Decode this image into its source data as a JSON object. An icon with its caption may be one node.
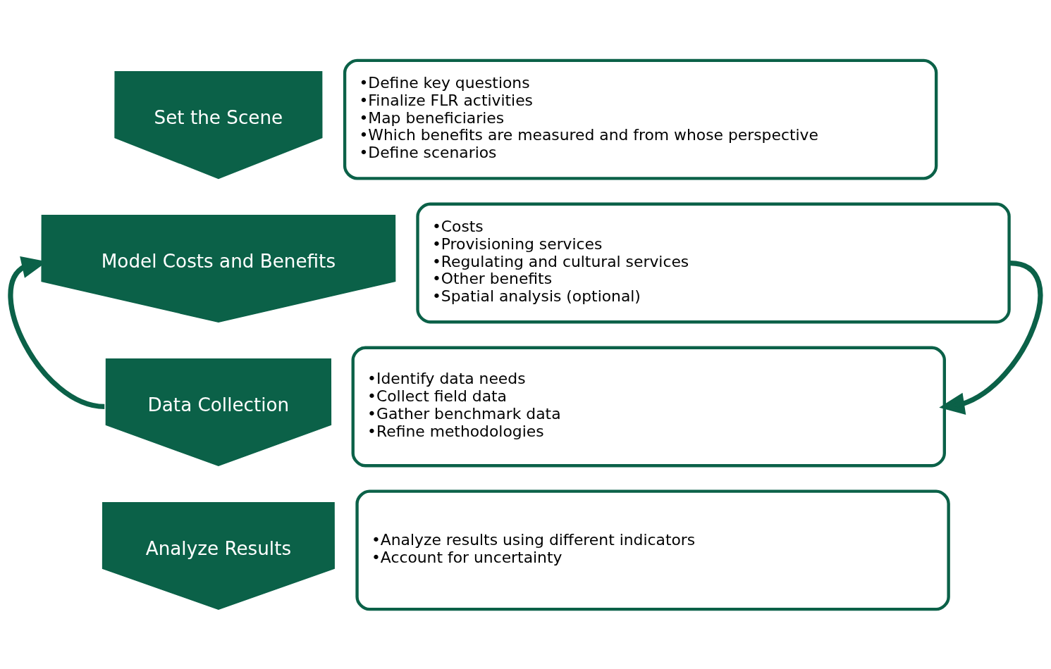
{
  "diagram": {
    "nodes": [
      {
        "text": [
          "Set the Scene"
        ]
      },
      {
        "text": [
          "•Define key questions",
          "•Finalize FLR activities",
          "•Map beneficiaries",
          "•Which benefits are measured and from whose perspective",
          "•Define scenarios"
        ]
      },
      {
        "text": [
          "Model Costs and Benefits"
        ]
      },
      {
        "text": [
          "•Costs",
          "•Provisioning services",
          "•Regulating and cultural services",
          "•Other benefits",
          "•Spatial analysis (optional)"
        ]
      },
      {
        "text": [
          "Data Collection"
        ]
      },
      {
        "text": [
          "•Identify data needs",
          "•Collect field data",
          "•Gather benchmark data",
          "•Refine methodologies"
        ]
      },
      {
        "text": [
          "Analyze Results"
        ]
      },
      {
        "text": [
          "•Analyze results using different indicators",
          "•Account for uncertainty"
        ]
      }
    ],
    "edges": [
      {
        "from": 4,
        "to": 2,
        "arrow": "to"
      },
      {
        "from": 3,
        "to": 5,
        "arrow": "to"
      }
    ]
  }
}
